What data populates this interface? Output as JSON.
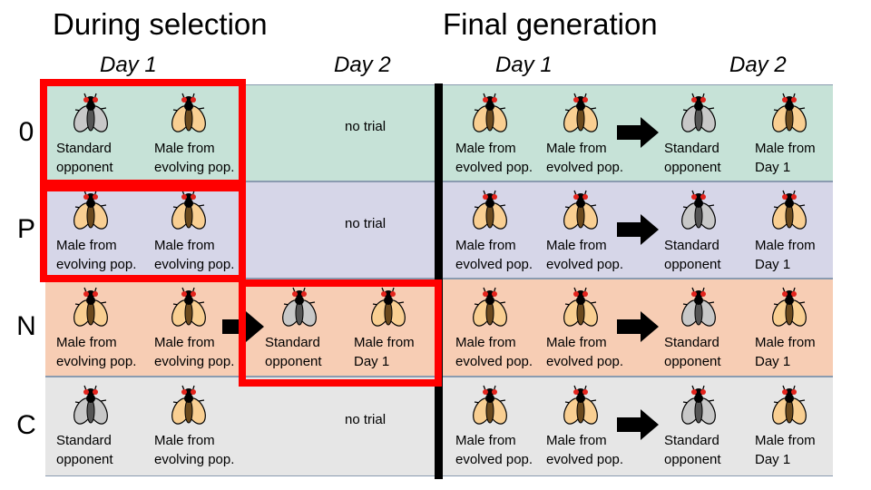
{
  "headings": {
    "left": "During selection",
    "right": "Final generation"
  },
  "day_labels": {
    "left_day1": "Day 1",
    "left_day2": "Day 2",
    "right_day1": "Day 1",
    "right_day2": "Day 2"
  },
  "colors": {
    "row_0": "#c6e2d7",
    "row_P": "#d6d6e8",
    "row_N": "#f7cdb4",
    "row_C": "#e6e6e6",
    "highlight": "#ff0000",
    "divider": "#000000",
    "standard_fly_wing": "#c8c8c8",
    "male_fly_wing": "#f9cf92"
  },
  "rows": [
    {
      "id": "0",
      "label": "0",
      "left": [
        {
          "fly": "standard",
          "text": [
            "Standard",
            "opponent"
          ]
        },
        {
          "fly": "male",
          "text": [
            "Male from",
            "evolving pop."
          ]
        }
      ],
      "day2": "no trial",
      "day2_cells": [],
      "right": [
        {
          "fly": "male",
          "text": [
            "Male from",
            "evolved pop."
          ]
        },
        {
          "fly": "male",
          "text": [
            "Male from",
            "evolved pop."
          ]
        },
        {
          "fly": "standard",
          "text": [
            "Standard",
            "opponent"
          ]
        },
        {
          "fly": "male",
          "text": [
            "Male from",
            "Day 1"
          ]
        }
      ]
    },
    {
      "id": "P",
      "label": "P",
      "left": [
        {
          "fly": "male",
          "text": [
            "Male from",
            "evolving pop."
          ]
        },
        {
          "fly": "male",
          "text": [
            "Male from",
            "evolving pop."
          ]
        }
      ],
      "day2": "no trial",
      "day2_cells": [],
      "right": [
        {
          "fly": "male",
          "text": [
            "Male from",
            "evolved pop."
          ]
        },
        {
          "fly": "male",
          "text": [
            "Male from",
            "evolved pop."
          ]
        },
        {
          "fly": "standard",
          "text": [
            "Standard",
            "opponent"
          ]
        },
        {
          "fly": "male",
          "text": [
            "Male from",
            "Day 1"
          ]
        }
      ]
    },
    {
      "id": "N",
      "label": "N",
      "left": [
        {
          "fly": "male",
          "text": [
            "Male from",
            "evolving pop."
          ]
        },
        {
          "fly": "male",
          "text": [
            "Male from",
            "evolving pop."
          ]
        }
      ],
      "day2": "",
      "day2_cells": [
        {
          "fly": "standard",
          "text": [
            "Standard",
            "opponent"
          ]
        },
        {
          "fly": "male",
          "text": [
            "Male from",
            "Day 1"
          ]
        }
      ],
      "right": [
        {
          "fly": "male",
          "text": [
            "Male from",
            "evolved pop."
          ]
        },
        {
          "fly": "male",
          "text": [
            "Male from",
            "evolved pop."
          ]
        },
        {
          "fly": "standard",
          "text": [
            "Standard",
            "opponent"
          ]
        },
        {
          "fly": "male",
          "text": [
            "Male from",
            "Day 1"
          ]
        }
      ]
    },
    {
      "id": "C",
      "label": "C",
      "left": [
        {
          "fly": "standard",
          "text": [
            "Standard",
            "opponent"
          ]
        },
        {
          "fly": "male",
          "text": [
            "Male from",
            "evolving pop."
          ]
        }
      ],
      "day2": "no trial",
      "day2_cells": [],
      "right": [
        {
          "fly": "male",
          "text": [
            "Male from",
            "evolved pop."
          ]
        },
        {
          "fly": "male",
          "text": [
            "Male from",
            "evolved pop."
          ]
        },
        {
          "fly": "standard",
          "text": [
            "Standard",
            "opponent"
          ]
        },
        {
          "fly": "male",
          "text": [
            "Male from",
            "Day 1"
          ]
        }
      ]
    }
  ]
}
